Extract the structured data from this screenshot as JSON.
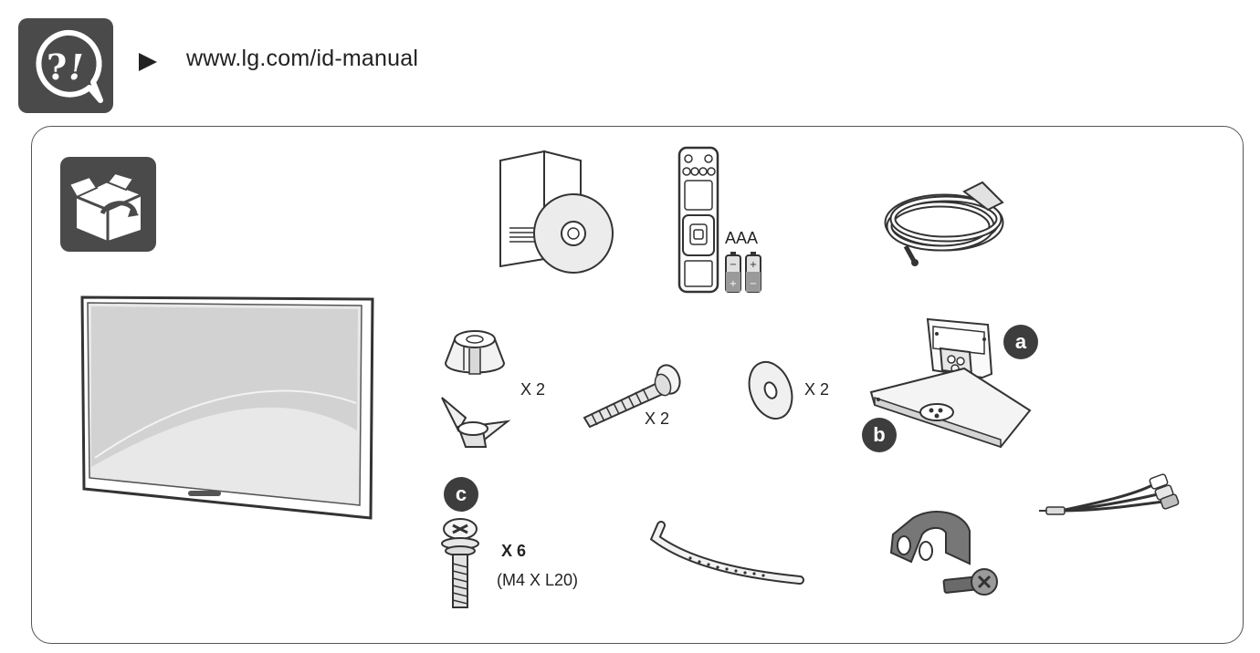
{
  "header": {
    "url": "www.lg.com/id-manual",
    "help_icon": "help-question-icon",
    "arrow_icon": "triangle-right-icon"
  },
  "panel": {
    "box_icon": "open-box-icon",
    "battery_label": "AAA",
    "cap_qty": "X 2",
    "bolt_qty": "X 2",
    "washer_qty": "X 2",
    "badge_a": "a",
    "badge_b": "b",
    "badge_c": "c",
    "screw_qty": "X 6",
    "screw_spec": "(M4 X L20)"
  },
  "colors": {
    "tile": "#4a4a4a",
    "badge": "#3d3d3d",
    "line": "#333333"
  }
}
